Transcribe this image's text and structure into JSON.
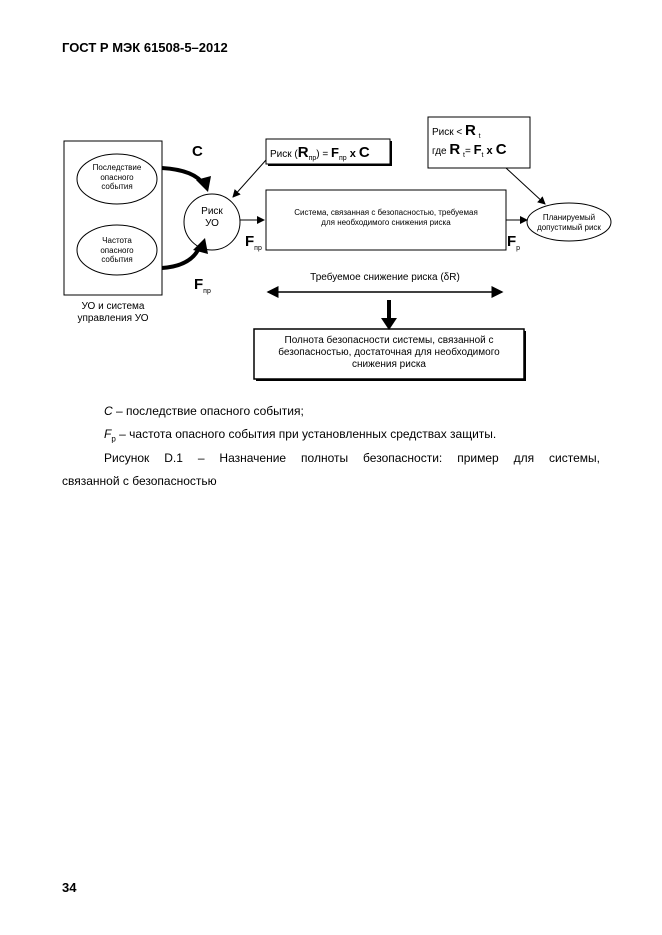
{
  "header": "ГОСТ Р МЭК 61508-5–2012",
  "page_number": "34",
  "diagram": {
    "eut_box_caption_1": "УО и система",
    "eut_box_caption_2": "управления УО",
    "consequence_ellipse": [
      "Последствие",
      "опасного",
      "события"
    ],
    "frequency_ellipse": [
      "Частота",
      "опасного",
      "события"
    ],
    "c_label": "C",
    "f_label": "F",
    "f_sub": "пр",
    "risk_circle": [
      "Риск",
      "УО"
    ],
    "risk_formula": {
      "prefix": "Риск (",
      "R": "R",
      "R_sub": "пр",
      "mid": ") =",
      "F": "F",
      "F_sub": "пр",
      "x": " x ",
      "C": "C"
    },
    "tolerable_box": {
      "line1_prefix": "Риск <",
      "line1_R": "R",
      "line1_sub": "t",
      "line2_prefix": "где",
      "line2_R": "R",
      "line2_sub": "t",
      "line2_eq": "=",
      "line2_F": "F",
      "line2_Fsub": "t",
      "line2_x": " x ",
      "line2_C": "C"
    },
    "system_box": [
      "Система, связанная с безопасностью, требуемая",
      "для необходимого снижения риска"
    ],
    "fnp_label": "F",
    "fnp_sub": "пр",
    "fp_label": "F",
    "fp_sub": "р",
    "planned_risk": [
      "Планируемый",
      "допустимый риск"
    ],
    "required_reduction": "Требуемое снижение риска (δR)",
    "integrity_box": [
      "Полнота безопасности системы, связанной с",
      "безопасностью, достаточная для необходимого",
      "снижения риска"
    ]
  },
  "legend": {
    "c_symbol": "C",
    "c_text": " – последствие опасного события;",
    "f_symbol": "F",
    "f_sub": "р",
    "f_text": " – частота опасного события при установленных средствах защиты."
  },
  "figure_caption": {
    "line1": "Рисунок D.1 – Назначение полноты безопасности: пример для системы,",
    "line2": "связанной с безопасностью"
  }
}
